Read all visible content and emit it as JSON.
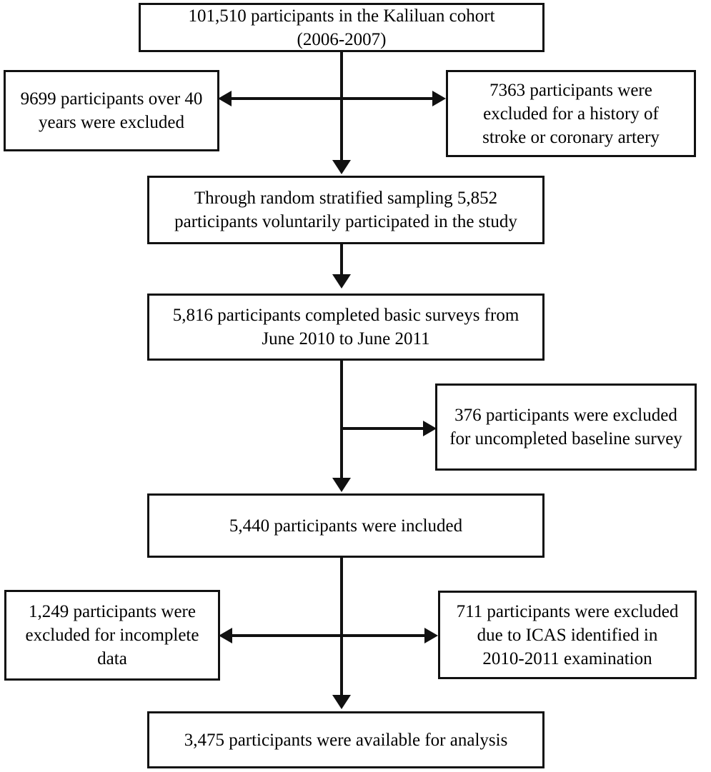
{
  "figure": {
    "type": "flowchart",
    "title": "Participant selection flowchart",
    "background_color": "#ffffff",
    "line_color": "#111111",
    "text_color": "#000000"
  },
  "nodes": {
    "cohort": {
      "id": "cohort",
      "lines": [
        "101,510 participants in the Kaliluan cohort",
        "(2006-2007)"
      ],
      "count": "101,510",
      "role": "source-cohort"
    },
    "excluded_age": {
      "id": "excluded_age",
      "lines": [
        "9699 participants over 40",
        "years were excluded"
      ],
      "count": "9699",
      "role": "exclusion"
    },
    "excluded_history": {
      "id": "excluded_history",
      "lines": [
        "7363 participants were",
        "excluded for a history of",
        "stroke or coronary artery"
      ],
      "count": "7363",
      "role": "exclusion"
    },
    "sampled": {
      "id": "sampled",
      "lines": [
        "Through random stratified sampling 5,852",
        "participants voluntarily participated in the study"
      ],
      "count": "5,852",
      "role": "inclusion"
    },
    "basic_surveys": {
      "id": "basic_surveys",
      "lines": [
        "5,816 participants completed basic surveys from",
        "June 2010 to June 2011"
      ],
      "count": "5,816",
      "role": "inclusion"
    },
    "excluded_baseline": {
      "id": "excluded_baseline",
      "lines": [
        "376 participants were excluded",
        "for uncompleted baseline survey"
      ],
      "count": "376",
      "role": "exclusion"
    },
    "included": {
      "id": "included",
      "lines": [
        "5,440 participants were included"
      ],
      "count": "5,440",
      "role": "inclusion"
    },
    "excluded_incomplete": {
      "id": "excluded_incomplete",
      "lines": [
        "1,249 participants were",
        "excluded for incomplete",
        "data"
      ],
      "count": "1,249",
      "role": "exclusion"
    },
    "excluded_icas": {
      "id": "excluded_icas",
      "lines": [
        "711 participants were excluded",
        "due to ICAS identified in",
        "2010-2011 examination"
      ],
      "count": "711",
      "role": "exclusion"
    },
    "analysis": {
      "id": "analysis",
      "lines": [
        "3,475 participants were available for analysis"
      ],
      "count": "3,475",
      "role": "final-sample"
    }
  },
  "connectors": [
    {
      "id": "cohort-to-sampled",
      "from": "cohort",
      "to": "sampled",
      "style": "arrow-down"
    },
    {
      "id": "exclusions-row-1",
      "from": "excluded_age",
      "to": "excluded_history",
      "style": "double-headed-horizontal"
    },
    {
      "id": "sampled-to-basic-surveys",
      "from": "sampled",
      "to": "basic_surveys",
      "style": "arrow-down"
    },
    {
      "id": "basic-surveys-to-included",
      "from": "basic_surveys",
      "to": "included",
      "style": "arrow-down"
    },
    {
      "id": "branch-to-excluded-baseline",
      "from": "basic_surveys",
      "to": "excluded_baseline",
      "style": "arrow-right"
    },
    {
      "id": "included-to-analysis",
      "from": "included",
      "to": "analysis",
      "style": "arrow-down"
    },
    {
      "id": "exclusions-row-2",
      "from": "excluded_incomplete",
      "to": "excluded_icas",
      "style": "double-headed-horizontal"
    }
  ]
}
